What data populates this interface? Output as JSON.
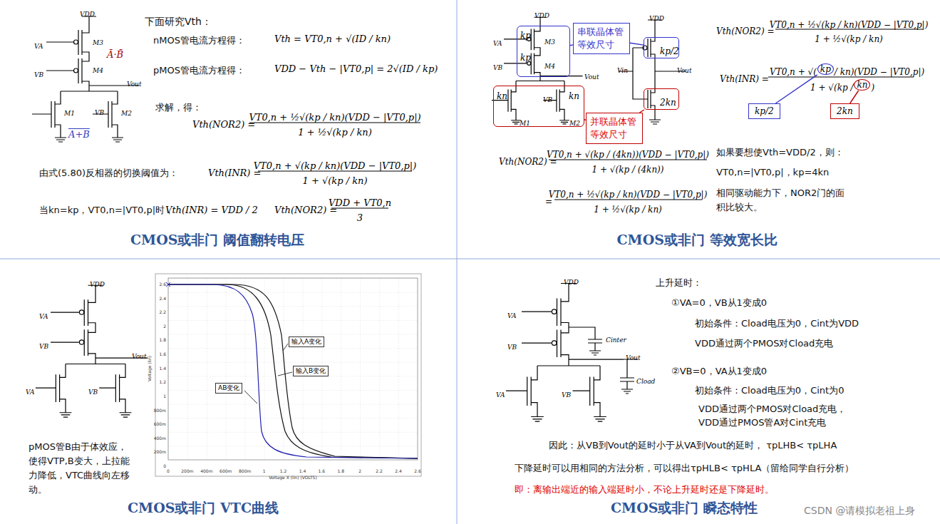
{
  "diagram": {
    "nodes": [
      {
        "text": [
          "kp",
          "kp",
          "M3",
          "M4"
        ]
      },
      {
        "text": [
          "串联晶体管等效尺寸"
        ]
      },
      {
        "text": [
          "kp/2"
        ]
      },
      {
        "text": [
          "kn",
          "kn",
          "M1",
          "M2"
        ]
      },
      {
        "text": [
          "并联晶体管等效尺寸"
        ]
      },
      {
        "text": [
          "2kn"
        ]
      },
      {
        "text": [
          "kp"
        ]
      },
      {
        "text": [
          "kn"
        ]
      },
      {
        "text": [
          "kp/2"
        ]
      },
      {
        "text": [
          "2kn"
        ]
      },
      {
        "text": [
          "输入A变化"
        ]
      },
      {
        "text": [
          "输入B变化"
        ]
      },
      {
        "text": [
          "AB变化"
        ]
      }
    ],
    "edges": [
      {
        "from": 0,
        "to": 1,
        "arrow": "none"
      },
      {
        "from": 1,
        "to": 2,
        "arrow": "none"
      },
      {
        "from": 3,
        "to": 4,
        "arrow": "none"
      },
      {
        "from": 4,
        "to": 5,
        "arrow": "none"
      },
      {
        "from": 6,
        "to": 8,
        "arrow": "none"
      },
      {
        "from": 7,
        "to": 9,
        "arrow": "none"
      }
    ],
    "labels": [
      "VDD",
      "VA",
      "M3",
      "Ā·B̄",
      "VB",
      "M4",
      "Vout",
      "M1",
      "VB",
      "M2",
      "A+B",
      "下面研究Vth：",
      "nMOS管电流方程得：",
      "Vth = VT0,n + √(ID / kn)",
      "pMOS管电流方程得：",
      "VDD − Vth − |VT0,p| = 2√(ID / kp)",
      "求解，得：",
      "Vth(NOR2) =",
      "VT0,n + ½√(kp / kn)(VDD − |VT0,p|)",
      "1 + ½√(kp / kn)",
      "由式(5.80)反相器的切换阈值为：",
      "Vth(INR) =",
      "VT0,n + √(kp / kn)(VDD − |VT0,p|)",
      "1 + √(kp / kn)",
      "当kn=kp，VT0,n=|VT0,p|时，",
      "Vth(INR) = VDD / 2",
      "Vth(NOR2) =",
      "VDD + VT0,n",
      "3",
      "CMOS或非门 阈值翻转电压",
      "VDD",
      "VA",
      "VB",
      "VB",
      "Vout",
      "VDD",
      "Vin",
      "Vout",
      "Vth(NOR2) =",
      "VT0,n + ½√(kp / kn)(VDD − |VT0,p|)",
      "1 + ½√(kp / kn)",
      "Vth(INR) =",
      "VT0,n + √(",
      "/ kn)(VDD − |VT0,p|)",
      "1 + √(kp /",
      ")",
      "Vth(NOR2) =",
      "VT0,n + √(kp / (4kn))(VDD − |VT0,p|)",
      "1 + √(kp / (4kn))",
      "=",
      "VT0,n + ½√(kp / kn)(VDD − |VT0,p|)",
      "1 + ½√(kp / kn)",
      "如果要想使Vth=VDD/2，则：",
      "VT0,n=|VT0,p|，kp=4kn",
      "相同驱动能力下，NOR2门的面积比较大。",
      "CMOS或非门 等效宽长比",
      "VDD",
      "VA",
      "VB",
      "Vout",
      "VA",
      "VB",
      "pMOS管B由于体效应，使得VTP,B变大，上拉能力降低，VTC曲线向左移动。",
      "CMOS或非门 VTC曲线",
      "2.6",
      "2.4",
      "2.2",
      "2",
      "1.8",
      "1.6",
      "1.4",
      "1.2",
      "1",
      "800m",
      "600m",
      "400m",
      "200m",
      "0",
      "0",
      "200m",
      "400m",
      "600m",
      "800m",
      "1",
      "1.2",
      "1.4",
      "1.6",
      "1.8",
      "2",
      "2.2",
      "2.4",
      "2.6",
      "Voltage (lin)",
      "Voltage X (lin) (VOLTS)",
      "VDD",
      "VA",
      "VB",
      "Cinter",
      "Vout",
      "Cload",
      "VA",
      "VB",
      "上升延时：",
      "①VA=0，VB从1变成0",
      "初始条件：Cload电压为0，Cint为VDD",
      "VDD通过两个PMOS对Cload充电",
      "②VB=0，VA从1变成0",
      "初始条件：Cload电压为0，Cint为0",
      "VDD通过两个PMOS对Cload充电，",
      "VDD通过PMOS管A对Cint充电",
      "因此：从VB到Vout的延时小于从VA到Vout的延时，  τpLHB< τpLHA",
      "下降延时可以用相同的方法分析，可以得出τpHLB< τpHLA（留给同学自行分析）",
      "即：离输出端近的输入端延时小，不论上升延时还是下降延时。",
      "CMOS或非门 瞬态特性",
      "CSDN @请模拟老祖上身"
    ]
  }
}
